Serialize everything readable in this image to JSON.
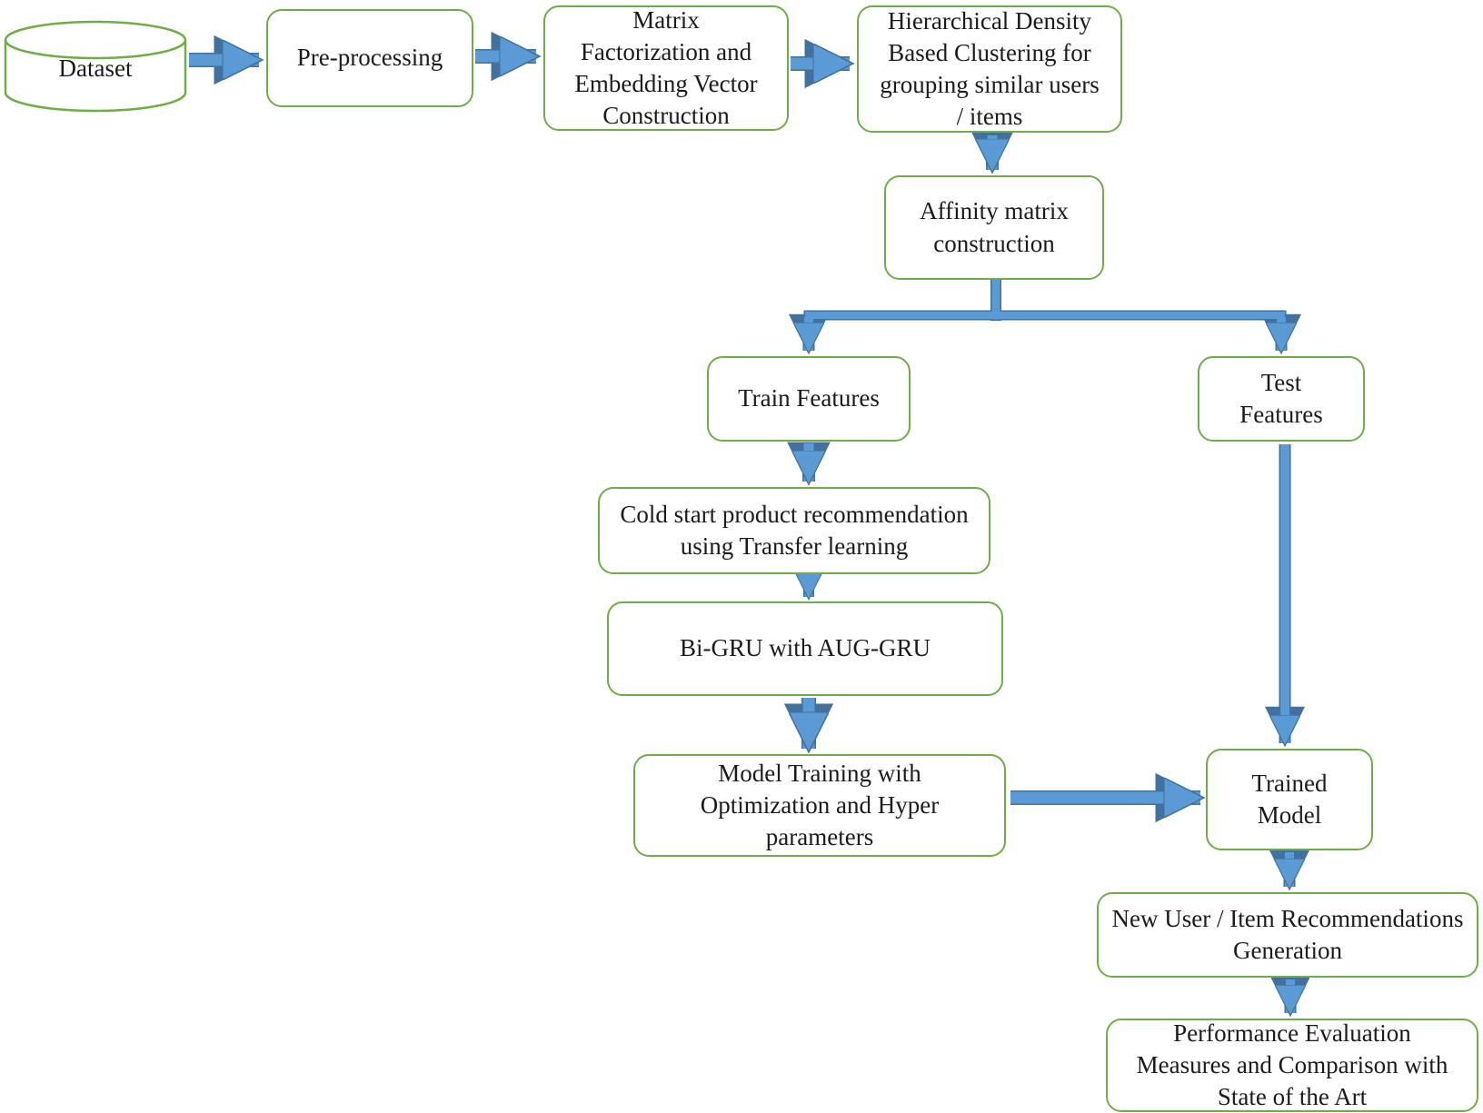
{
  "diagram": {
    "nodes": {
      "dataset": {
        "label": "Dataset"
      },
      "preprocessing": {
        "label": "Pre-processing"
      },
      "matrix_factorization": {
        "label": "Matrix\nFactorization and\nEmbedding Vector\nConstruction"
      },
      "hierarchical_clustering": {
        "label": "Hierarchical Density\nBased Clustering for\ngrouping similar users\n/ items"
      },
      "affinity_matrix": {
        "label": "Affinity matrix\nconstruction"
      },
      "train_features": {
        "label": "Train Features"
      },
      "test_features": {
        "label": "Test\nFeatures"
      },
      "cold_start": {
        "label": "Cold start product recommendation\nusing Transfer learning"
      },
      "bi_gru": {
        "label": "Bi-GRU with AUG-GRU"
      },
      "model_training": {
        "label": "Model Training with\nOptimization and Hyper\nparameters"
      },
      "trained_model": {
        "label": "Trained\nModel"
      },
      "recommendations": {
        "label": "New User / Item Recommendations\nGeneration"
      },
      "performance": {
        "label": "Performance Evaluation\nMeasures and Comparison with\nState of the Art"
      }
    },
    "colors": {
      "box_border": "#70ad47",
      "arrow_fill": "#5b9bd5",
      "arrow_outline": "#41719c",
      "text_color": "#1b1b1b",
      "bg": "#ffffff"
    }
  }
}
